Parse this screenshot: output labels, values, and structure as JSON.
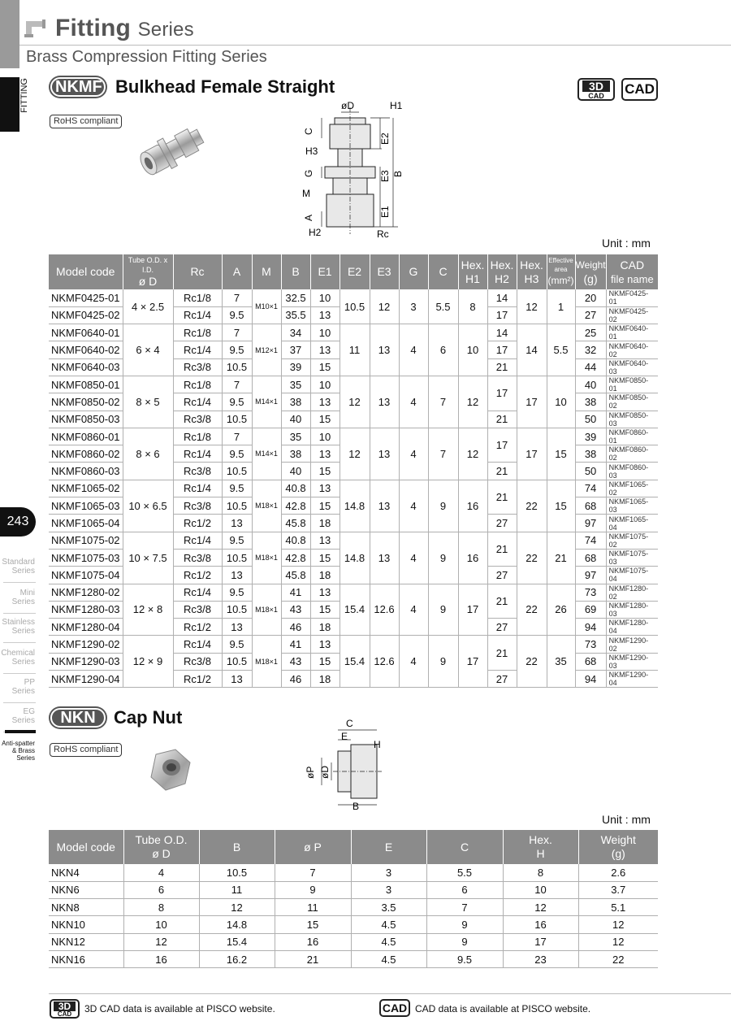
{
  "header": {
    "title": "Fitting",
    "title_suffix": "Series",
    "subtitle": "Brass Compression Fitting Series"
  },
  "side": {
    "fitting_label": "FITTING",
    "page_number": "243",
    "series": [
      {
        "label": "Standard Series",
        "active": false
      },
      {
        "label": "Mini Series",
        "active": false
      },
      {
        "label": "Stainless Series",
        "active": false
      },
      {
        "label": "Chemical Series",
        "active": false
      },
      {
        "label": "PP Series",
        "active": false
      },
      {
        "label": "EG Series",
        "active": false
      },
      {
        "label": "Anti-spatter & Brass Series",
        "active": true
      }
    ]
  },
  "product1": {
    "badge": "NKMF",
    "title": "Bulkhead Female Straight",
    "rohs": "RoHS compliant",
    "cad3d_top": "3D",
    "cad3d_bottom": "CAD",
    "cad_label": "CAD",
    "unit": "Unit : mm",
    "diagram_labels": [
      "øD",
      "H1",
      "C",
      "E2",
      "H3",
      "G",
      "E3",
      "B",
      "M",
      "A",
      "E1",
      "H2",
      "Rc"
    ],
    "headers": [
      "Model code",
      "Tube O.D. x I.D.",
      "ø D",
      "Rc",
      "A",
      "M",
      "B",
      "E1",
      "E2",
      "E3",
      "G",
      "C",
      "Hex.",
      "H1",
      "Hex.",
      "H2",
      "Hex.",
      "H3",
      "Effective area",
      "(mm²)",
      "Weight",
      "(g)",
      "CAD",
      "file name"
    ],
    "groups": [
      {
        "tube": "4 × 2.5",
        "m": "M10×1",
        "e2": "10.5",
        "e3": "12",
        "g": "3",
        "c": "5.5",
        "h1": "8",
        "h3": "12",
        "area": "1",
        "rows": [
          {
            "model": "NKMF0425-01",
            "rc": "Rc1/8",
            "a": "7",
            "b": "32.5",
            "e1": "10",
            "h2": "14",
            "w": "20",
            "cad": "NKMF0425-01"
          },
          {
            "model": "NKMF0425-02",
            "rc": "Rc1/4",
            "a": "9.5",
            "b": "35.5",
            "e1": "13",
            "h2": "17",
            "w": "27",
            "cad": "NKMF0425-02"
          }
        ]
      },
      {
        "tube": "6 × 4",
        "m": "M12×1",
        "e2": "11",
        "e3": "13",
        "g": "4",
        "c": "6",
        "h1": "10",
        "h3": "14",
        "area": "5.5",
        "rows": [
          {
            "model": "NKMF0640-01",
            "rc": "Rc1/8",
            "a": "7",
            "b": "34",
            "e1": "10",
            "h2": "14",
            "w": "25",
            "cad": "NKMF0640-01"
          },
          {
            "model": "NKMF0640-02",
            "rc": "Rc1/4",
            "a": "9.5",
            "b": "37",
            "e1": "13",
            "h2": "17",
            "w": "32",
            "cad": "NKMF0640-02"
          },
          {
            "model": "NKMF0640-03",
            "rc": "Rc3/8",
            "a": "10.5",
            "b": "39",
            "e1": "15",
            "h2": "21",
            "w": "44",
            "cad": "NKMF0640-03"
          }
        ]
      },
      {
        "tube": "8 × 5",
        "m": "M14×1",
        "e2": "12",
        "e3": "13",
        "g": "4",
        "c": "7",
        "h1": "12",
        "h3": "17",
        "area": "10",
        "h2a": "17",
        "h2b": "21",
        "rows": [
          {
            "model": "NKMF0850-01",
            "rc": "Rc1/8",
            "a": "7",
            "b": "35",
            "e1": "10",
            "w": "40",
            "cad": "NKMF0850-01"
          },
          {
            "model": "NKMF0850-02",
            "rc": "Rc1/4",
            "a": "9.5",
            "b": "38",
            "e1": "13",
            "w": "38",
            "cad": "NKMF0850-02"
          },
          {
            "model": "NKMF0850-03",
            "rc": "Rc3/8",
            "a": "10.5",
            "b": "40",
            "e1": "15",
            "w": "50",
            "cad": "NKMF0850-03"
          }
        ]
      },
      {
        "tube": "8 × 6",
        "m": "M14×1",
        "e2": "12",
        "e3": "13",
        "g": "4",
        "c": "7",
        "h1": "12",
        "h3": "17",
        "area": "15",
        "h2a": "17",
        "h2b": "21",
        "rows": [
          {
            "model": "NKMF0860-01",
            "rc": "Rc1/8",
            "a": "7",
            "b": "35",
            "e1": "10",
            "w": "39",
            "cad": "NKMF0860-01"
          },
          {
            "model": "NKMF0860-02",
            "rc": "Rc1/4",
            "a": "9.5",
            "b": "38",
            "e1": "13",
            "w": "38",
            "cad": "NKMF0860-02"
          },
          {
            "model": "NKMF0860-03",
            "rc": "Rc3/8",
            "a": "10.5",
            "b": "40",
            "e1": "15",
            "w": "50",
            "cad": "NKMF0860-03"
          }
        ]
      },
      {
        "tube": "10 × 6.5",
        "m": "M18×1",
        "e2": "14.8",
        "e3": "13",
        "g": "4",
        "c": "9",
        "h1": "16",
        "h3": "22",
        "area": "15",
        "h2a": "21",
        "h2b": "27",
        "rows": [
          {
            "model": "NKMF1065-02",
            "rc": "Rc1/4",
            "a": "9.5",
            "b": "40.8",
            "e1": "13",
            "w": "74",
            "cad": "NKMF1065-02"
          },
          {
            "model": "NKMF1065-03",
            "rc": "Rc3/8",
            "a": "10.5",
            "b": "42.8",
            "e1": "15",
            "w": "68",
            "cad": "NKMF1065-03"
          },
          {
            "model": "NKMF1065-04",
            "rc": "Rc1/2",
            "a": "13",
            "b": "45.8",
            "e1": "18",
            "w": "97",
            "cad": "NKMF1065-04"
          }
        ]
      },
      {
        "tube": "10 × 7.5",
        "m": "M18×1",
        "e2": "14.8",
        "e3": "13",
        "g": "4",
        "c": "9",
        "h1": "16",
        "h3": "22",
        "area": "21",
        "h2a": "21",
        "h2b": "27",
        "rows": [
          {
            "model": "NKMF1075-02",
            "rc": "Rc1/4",
            "a": "9.5",
            "b": "40.8",
            "e1": "13",
            "w": "74",
            "cad": "NKMF1075-02"
          },
          {
            "model": "NKMF1075-03",
            "rc": "Rc3/8",
            "a": "10.5",
            "b": "42.8",
            "e1": "15",
            "w": "68",
            "cad": "NKMF1075-03"
          },
          {
            "model": "NKMF1075-04",
            "rc": "Rc1/2",
            "a": "13",
            "b": "45.8",
            "e1": "18",
            "w": "97",
            "cad": "NKMF1075-04"
          }
        ]
      },
      {
        "tube": "12 × 8",
        "m": "M18×1",
        "e2": "15.4",
        "e3": "12.6",
        "g": "4",
        "c": "9",
        "h1": "17",
        "h3": "22",
        "area": "26",
        "h2a": "21",
        "h2b": "27",
        "rows": [
          {
            "model": "NKMF1280-02",
            "rc": "Rc1/4",
            "a": "9.5",
            "b": "41",
            "e1": "13",
            "w": "73",
            "cad": "NKMF1280-02"
          },
          {
            "model": "NKMF1280-03",
            "rc": "Rc3/8",
            "a": "10.5",
            "b": "43",
            "e1": "15",
            "w": "69",
            "cad": "NKMF1280-03"
          },
          {
            "model": "NKMF1280-04",
            "rc": "Rc1/2",
            "a": "13",
            "b": "46",
            "e1": "18",
            "w": "94",
            "cad": "NKMF1280-04"
          }
        ]
      },
      {
        "tube": "12 × 9",
        "m": "M18×1",
        "e2": "15.4",
        "e3": "12.6",
        "g": "4",
        "c": "9",
        "h1": "17",
        "h3": "22",
        "area": "35",
        "h2a": "21",
        "h2b": "27",
        "rows": [
          {
            "model": "NKMF1290-02",
            "rc": "Rc1/4",
            "a": "9.5",
            "b": "41",
            "e1": "13",
            "w": "73",
            "cad": "NKMF1290-02"
          },
          {
            "model": "NKMF1290-03",
            "rc": "Rc3/8",
            "a": "10.5",
            "b": "43",
            "e1": "15",
            "w": "68",
            "cad": "NKMF1290-03"
          },
          {
            "model": "NKMF1290-04",
            "rc": "Rc1/2",
            "a": "13",
            "b": "46",
            "e1": "18",
            "w": "94",
            "cad": "NKMF1290-04"
          }
        ]
      }
    ]
  },
  "product2": {
    "badge": "NKN",
    "title": "Cap Nut",
    "rohs": "RoHS compliant",
    "unit": "Unit : mm",
    "diagram_labels": [
      "C",
      "E",
      "H",
      "øP",
      "øD",
      "B"
    ],
    "headers": [
      [
        "Model code"
      ],
      [
        "Tube O.D.",
        "ø D"
      ],
      [
        "B"
      ],
      [
        "ø P"
      ],
      [
        "E"
      ],
      [
        "C"
      ],
      [
        "Hex.",
        "H"
      ],
      [
        "Weight",
        "(g)"
      ]
    ],
    "rows": [
      [
        "NKN4",
        "4",
        "10.5",
        "7",
        "3",
        "5.5",
        "8",
        "2.6"
      ],
      [
        "NKN6",
        "6",
        "11",
        "9",
        "3",
        "6",
        "10",
        "3.7"
      ],
      [
        "NKN8",
        "8",
        "12",
        "11",
        "3.5",
        "7",
        "12",
        "5.1"
      ],
      [
        "NKN10",
        "10",
        "14.8",
        "15",
        "4.5",
        "9",
        "16",
        "12"
      ],
      [
        "NKN12",
        "12",
        "15.4",
        "16",
        "4.5",
        "9",
        "17",
        "12"
      ],
      [
        "NKN16",
        "16",
        "16.2",
        "21",
        "4.5",
        "9.5",
        "23",
        "22"
      ]
    ]
  },
  "footer": {
    "cad3d_note": "3D CAD data is available at PISCO website.",
    "cad_note": "CAD data is available at PISCO website.",
    "cad3d_top": "3D",
    "cad3d_bottom": "CAD",
    "cad_label": "CAD"
  }
}
